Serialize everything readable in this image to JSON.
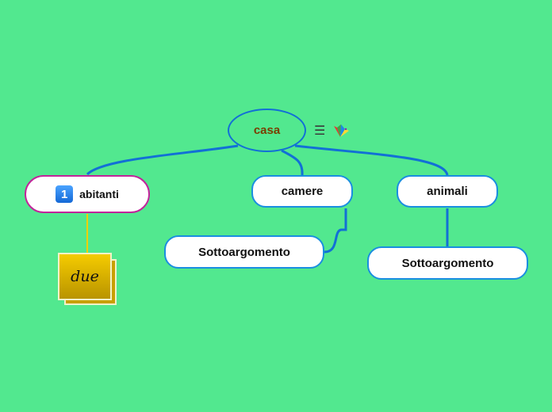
{
  "root": {
    "label": "casa",
    "menu_icon": "hamburger-menu-icon",
    "extra_icon": "bird-icon"
  },
  "topics": [
    {
      "label": "abitanti",
      "badge": "1",
      "badge_icon": "number-one-icon"
    },
    {
      "label": "camere"
    },
    {
      "label": "animali"
    }
  ],
  "subtopics": [
    {
      "label": "Sottoargomento",
      "parent": "camere"
    },
    {
      "label": "Sottoargomento",
      "parent": "animali"
    }
  ],
  "note": {
    "label": "due",
    "parent": "abitanti"
  },
  "colors": {
    "background": "#52e88f",
    "connector": "#1270d6",
    "root_text": "#7a3d00",
    "abitanti_border": "#c2249b",
    "note_connector": "#f0d000"
  }
}
